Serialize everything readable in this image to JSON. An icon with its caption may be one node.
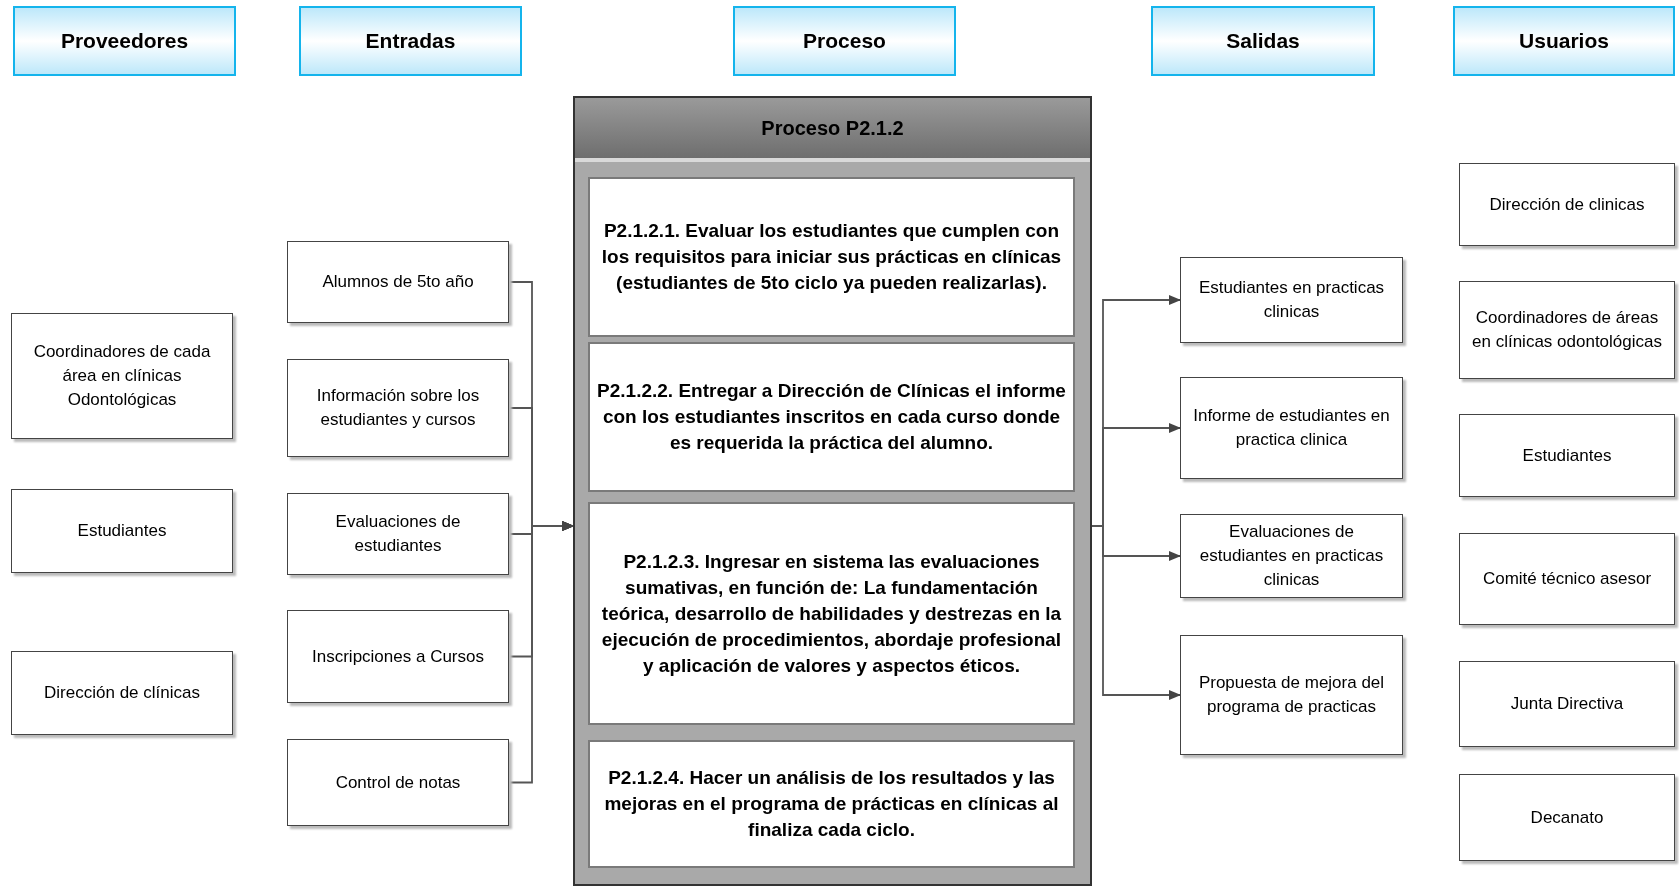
{
  "diagram": {
    "nodes": [
      {
        "text": [
          "Proveedores"
        ]
      },
      {
        "text": [
          "Entradas"
        ]
      },
      {
        "text": [
          "Proceso"
        ]
      },
      {
        "text": [
          "Salidas"
        ]
      },
      {
        "text": [
          "Usuarios"
        ]
      },
      {
        "text": [
          "Proceso P2.1.2"
        ]
      },
      {
        "text": [
          "P2.1.2.1. Evaluar los estudiantes que cumplen con los requisitos para iniciar sus prácticas en clínicas (estudiantes de 5to ciclo ya pueden realizarlas)."
        ],
        "in": 5
      },
      {
        "text": [
          "P2.1.2.2. Entregar a Dirección de Clínicas el informe con los estudiantes inscritos en cada curso donde es requerida la práctica del alumno."
        ],
        "in": 5
      },
      {
        "text": [
          "P2.1.2.3. Ingresar en sistema las evaluaciones sumativas, en función de: La fundamentación teórica, desarrollo de habilidades y destrezas en la ejecución de procedimientos, abordaje profesional y aplicación de valores y aspectos éticos."
        ],
        "in": 5
      },
      {
        "text": [
          "P2.1.2.4. Hacer un análisis de los resultados y las mejoras en el programa de prácticas en clínicas al finaliza cada ciclo."
        ],
        "in": 5
      },
      {
        "text": [
          "Coordinadores de cada área en clínicas Odontológicas"
        ]
      },
      {
        "text": [
          "Estudiantes"
        ]
      },
      {
        "text": [
          "Dirección de clínicas"
        ]
      },
      {
        "text": [
          "Alumnos de 5to año"
        ]
      },
      {
        "text": [
          "Información sobre los estudiantes y cursos"
        ]
      },
      {
        "text": [
          "Evaluaciones de estudiantes"
        ]
      },
      {
        "text": [
          "Inscripciones a Cursos"
        ]
      },
      {
        "text": [
          "Control de notas"
        ]
      },
      {
        "text": [
          "Estudiantes en practicas clinicas"
        ]
      },
      {
        "text": [
          "Informe de estudiantes en practica clinica"
        ]
      },
      {
        "text": [
          "Evaluaciones de estudiantes en practicas clinicas"
        ]
      },
      {
        "text": [
          "Propuesta de mejora del programa de practicas"
        ]
      },
      {
        "text": [
          "Dirección de clinicas"
        ]
      },
      {
        "text": [
          "Coordinadores de áreas en clínicas odontológicas"
        ]
      },
      {
        "text": [
          "Estudiantes"
        ]
      },
      {
        "text": [
          "Comité técnico asesor"
        ]
      },
      {
        "text": [
          "Junta Directiva"
        ]
      },
      {
        "text": [
          "Decanato"
        ]
      }
    ],
    "edges": [
      {
        "from": 13,
        "to": 5,
        "arrow": "to"
      },
      {
        "from": 14,
        "to": 5,
        "arrow": "to"
      },
      {
        "from": 15,
        "to": 5,
        "arrow": "to"
      },
      {
        "from": 16,
        "to": 5,
        "arrow": "to"
      },
      {
        "from": 17,
        "to": 5,
        "arrow": "to"
      },
      {
        "from": 5,
        "to": 18,
        "arrow": "to"
      },
      {
        "from": 5,
        "to": 19,
        "arrow": "to"
      },
      {
        "from": 5,
        "to": 20,
        "arrow": "to"
      },
      {
        "from": 5,
        "to": 21,
        "arrow": "to"
      }
    ]
  }
}
